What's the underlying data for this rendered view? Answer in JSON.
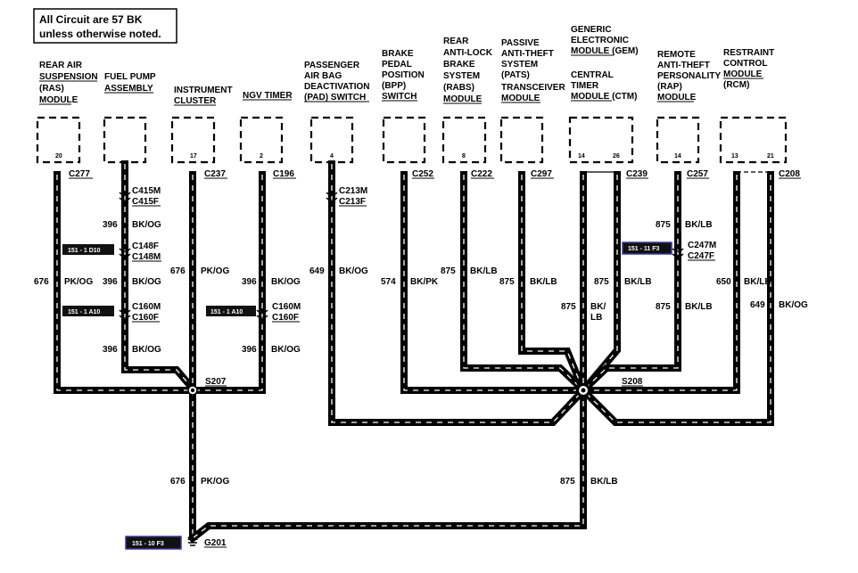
{
  "note": {
    "line1": "All Circuit are 57 BK",
    "line2": "unless otherwise noted."
  },
  "modules": [
    {
      "id": "ras",
      "lines": [
        "REAR AIR",
        "SUSPENSION",
        "(RAS)",
        "MODULE"
      ],
      "pins": [
        "20"
      ],
      "connector": "C277"
    },
    {
      "id": "fuelpump",
      "lines": [
        "FUEL PUMP",
        "ASSEMBLY"
      ],
      "pins": [],
      "connector": ""
    },
    {
      "id": "ic",
      "lines": [
        "INSTRUMENT",
        "CLUSTER"
      ],
      "pins": [
        "17"
      ],
      "connector": "C237"
    },
    {
      "id": "ngv",
      "lines": [
        "NGV TIMER"
      ],
      "pins": [
        "2"
      ],
      "connector": "C196"
    },
    {
      "id": "pad",
      "lines": [
        "PASSENGER",
        "AIR BAG",
        "DEACTIVATION",
        "(PAD) SWITCH"
      ],
      "pins": [
        "4"
      ],
      "connector": ""
    },
    {
      "id": "bpp",
      "lines": [
        "BRAKE",
        "PEDAL",
        "POSITION",
        "(BPP)",
        "SWITCH"
      ],
      "pins": [],
      "connector": "C252"
    },
    {
      "id": "rabs",
      "lines": [
        "REAR",
        "ANTI-LOCK",
        "BRAKE",
        "SYSTEM",
        "(RABS)",
        "MODULE"
      ],
      "pins": [
        "8"
      ],
      "connector": "C222"
    },
    {
      "id": "pats",
      "lines": [
        "PASSIVE",
        "ANTI-THEFT",
        "SYSTEM",
        "(PATS)",
        "TRANSCEIVER",
        "MODULE"
      ],
      "pins": [],
      "connector": "C297"
    },
    {
      "id": "gem",
      "lines": [
        "GENERIC",
        "ELECTRONIC",
        "MODULE (GEM)",
        "",
        "CENTRAL",
        "TIMER",
        "MODULE (CTM)"
      ],
      "pins": [
        "14",
        "26"
      ],
      "connector": "C239"
    },
    {
      "id": "rap",
      "lines": [
        "REMOTE",
        "ANTI-THEFT",
        "PERSONALITY",
        "(RAP)",
        "MODULE"
      ],
      "pins": [
        "14"
      ],
      "connector": "C257"
    },
    {
      "id": "rcm",
      "lines": [
        "RESTRAINT",
        "CONTROL",
        "MODULE",
        "(RCM)"
      ],
      "pins": [
        "13",
        "21"
      ],
      "connector": "C208"
    }
  ],
  "inline_connectors": {
    "c415": [
      "C415M",
      "C415F"
    ],
    "c148": [
      "C148F",
      "C148M"
    ],
    "c160a": [
      "C160M",
      "C160F"
    ],
    "c160b": [
      "C160M",
      "C160F"
    ],
    "c213": [
      "C213M",
      "C213F"
    ],
    "c247": [
      "C247M",
      "C247F"
    ]
  },
  "wire_labels": {
    "ras": [
      "676",
      "PK/OG"
    ],
    "fp1": [
      "396",
      "BK/OG"
    ],
    "fp2": [
      "396",
      "BK/OG"
    ],
    "fp3": [
      "396",
      "BK/OG"
    ],
    "ic": [
      "676",
      "PK/OG"
    ],
    "ngv1": [
      "396",
      "BK/OG"
    ],
    "ngv2": [
      "396",
      "BK/OG"
    ],
    "pad": [
      "649",
      "BK/OG"
    ],
    "bpp": [
      "574",
      "BK/PK"
    ],
    "rabs": [
      "875",
      "BK/LB"
    ],
    "pats": [
      "875",
      "BK/LB"
    ],
    "gem26": [
      "875",
      "BK/LB"
    ],
    "gem14": [
      "875",
      "BK/",
      "LB"
    ],
    "rap1": [
      "875",
      "BK/LB"
    ],
    "rap2": [
      "875",
      "BK/LB"
    ],
    "rcm13": [
      "650",
      "BK/LB"
    ],
    "rcm21": [
      "649",
      "BK/OG"
    ],
    "g_left": [
      "676",
      "PK/OG"
    ],
    "g_right": [
      "875",
      "BK/LB"
    ]
  },
  "splices": {
    "s207": "S207",
    "s208": "S208"
  },
  "ground": "G201",
  "refs": {
    "r1": "151 - 1 D10",
    "r2": "151 - 1 A10",
    "r3": "151 - 1 A10",
    "r4": "151 - 11 F3",
    "r5": "151 - 10 F3"
  },
  "colors": {
    "wire": "#000000",
    "stripe": "#ffffff",
    "ref_fill": "#111111",
    "ref_border": "#3a3aa0"
  }
}
